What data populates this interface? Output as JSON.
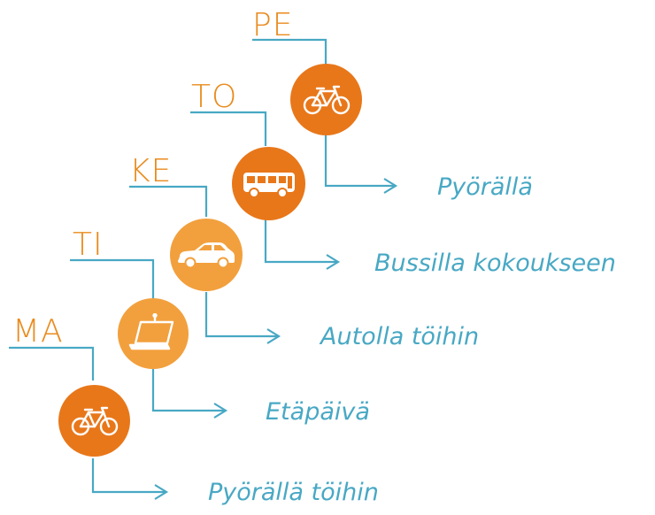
{
  "colors": {
    "line": "#48a8c4",
    "day_text": "#e98b1e",
    "circle_dark": "#e8771a",
    "circle_light": "#f2a03d",
    "icon": "#ffffff"
  },
  "days": [
    {
      "day": "MA",
      "mode": "Pyörällä töihin",
      "icon": "bicycle-icon"
    },
    {
      "day": "TI",
      "mode": "Etäpäivä",
      "icon": "laptop-icon"
    },
    {
      "day": "KE",
      "mode": "Autolla töihin",
      "icon": "car-icon"
    },
    {
      "day": "TO",
      "mode": "Bussilla kokoukseen",
      "icon": "bus-icon"
    },
    {
      "day": "PE",
      "mode": "Pyörällä",
      "icon": "bicycle-icon"
    }
  ]
}
